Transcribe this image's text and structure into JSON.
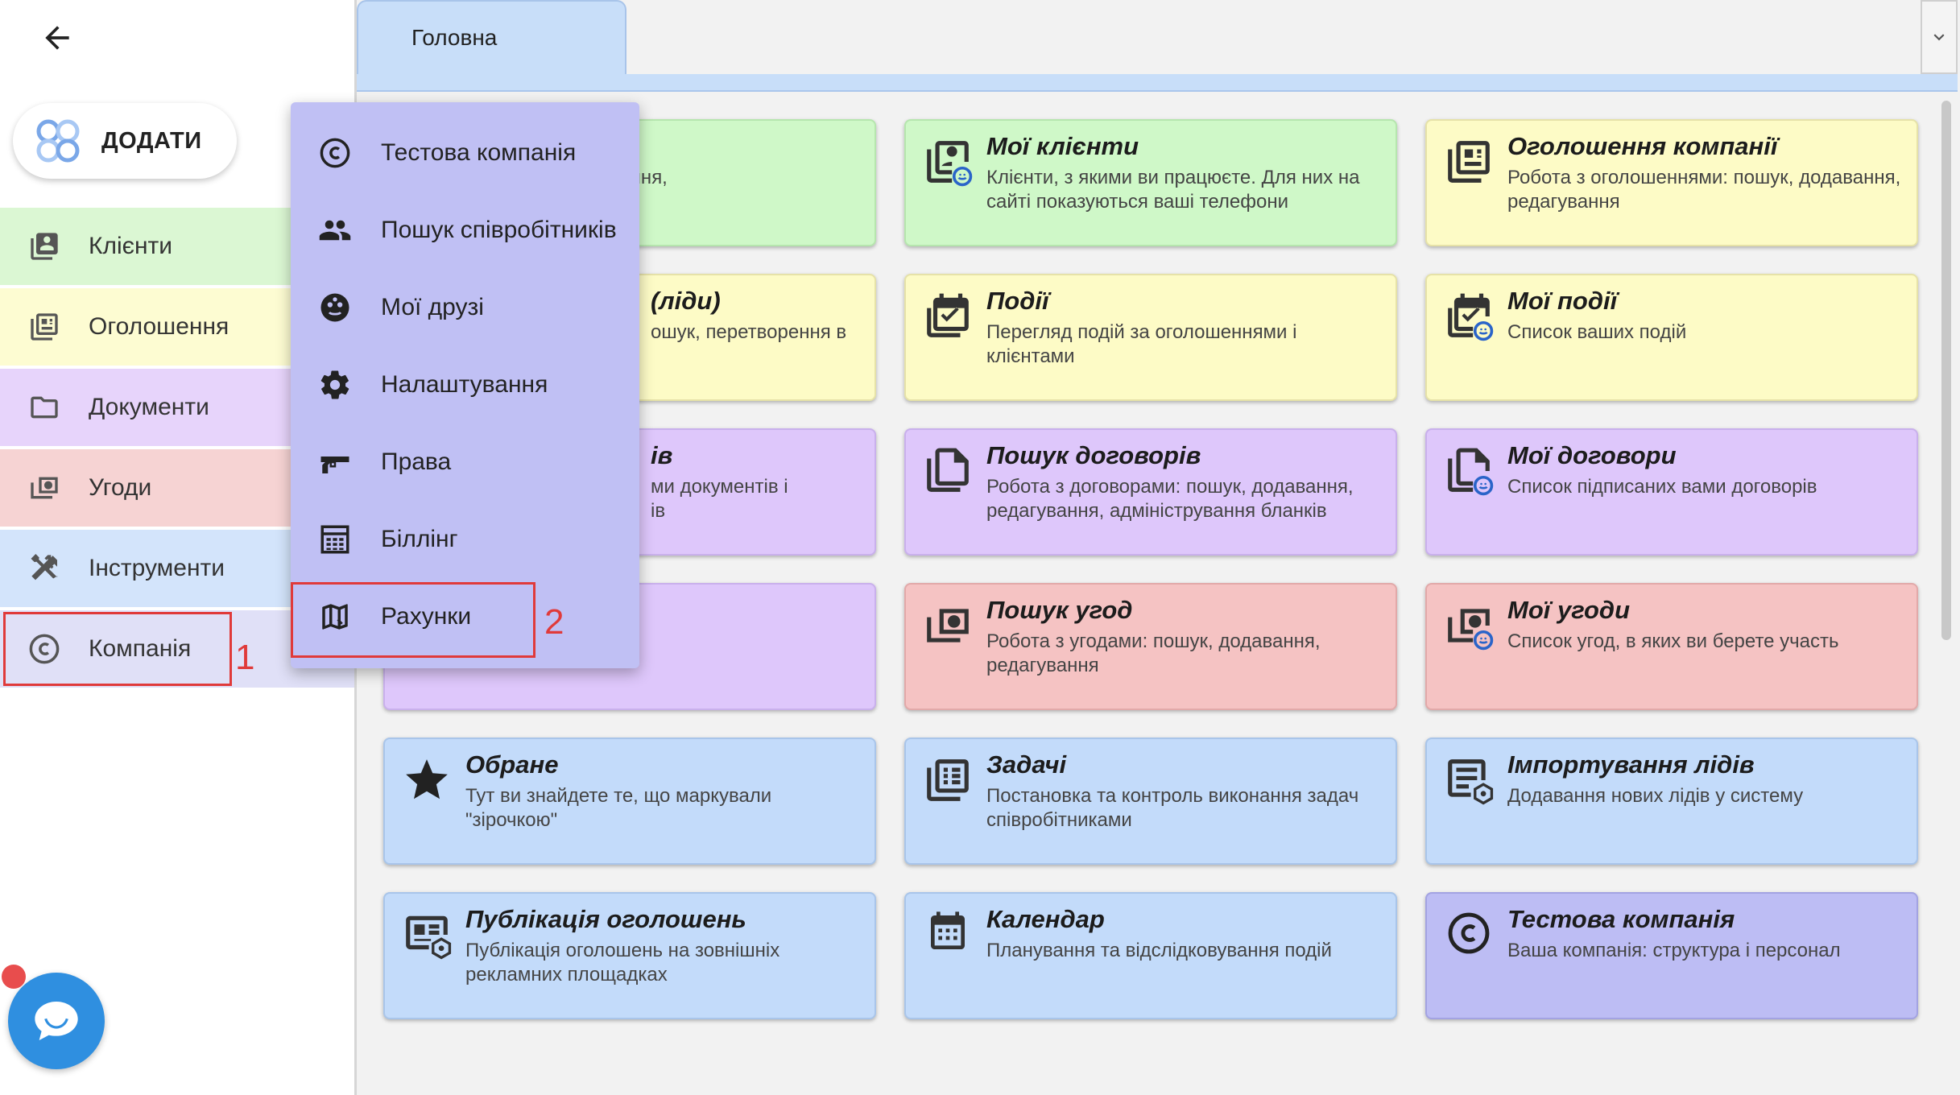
{
  "sidebar": {
    "add_label": "ДОДАТИ",
    "items": [
      {
        "label": "Клієнти",
        "icon": "clients-icon"
      },
      {
        "label": "Оголошення",
        "icon": "ads-icon"
      },
      {
        "label": "Документи",
        "icon": "folder-icon"
      },
      {
        "label": "Угоди",
        "icon": "deals-icon"
      },
      {
        "label": "Інструменти",
        "icon": "tools-icon"
      },
      {
        "label": "Компанія",
        "icon": "copyright-icon"
      }
    ]
  },
  "annotations": {
    "first": "1",
    "second": "2",
    "color": "#e03a3a"
  },
  "tabs": [
    {
      "label": "Головна"
    }
  ],
  "popup_menu": {
    "items": [
      {
        "label": "Тестова компанія",
        "icon": "copyright-icon"
      },
      {
        "label": "Пошук співробітників",
        "icon": "people-icon"
      },
      {
        "label": "Мої друзі",
        "icon": "friends-icon"
      },
      {
        "label": "Налаштування",
        "icon": "gear-icon"
      },
      {
        "label": "Права",
        "icon": "rights-icon"
      },
      {
        "label": "Біллінг",
        "icon": "billing-icon"
      },
      {
        "label": "Рахунки",
        "icon": "map-icon"
      }
    ]
  },
  "cards": {
    "clients_partial": {
      "desc": "ми: пошук, додавання,"
    },
    "my_clients": {
      "title": "Мої клієнти",
      "desc": "Клієнти, з якими ви працюєте. Для них на сайті показуються ваші телефони"
    },
    "company_ads": {
      "title": "Оголошення компанії",
      "desc": "Робота з оголошеннями: пошук, додавання, редагування"
    },
    "leads_partial": {
      "title": "(ліди)",
      "desc": "ошук, перетворення в"
    },
    "events": {
      "title": "Події",
      "desc": "Перегляд подій за оголошеннями і клієнтами"
    },
    "my_events": {
      "title": "Мої події",
      "desc": "Список ваших подій"
    },
    "docs_partial": {
      "title": "ів",
      "desc1": "ми документів і",
      "desc2": "ів"
    },
    "contracts_search": {
      "title": "Пошук договорів",
      "desc": "Робота з договорами: пошук, додавання, редагування, адміністрування бланків"
    },
    "my_contracts": {
      "title": "Мої договори",
      "desc": "Список підписаних вами договорів"
    },
    "deals_search": {
      "title": "Пошук угод",
      "desc": "Робота з угодами: пошук, додавання, редагування"
    },
    "my_deals": {
      "title": "Мої угоди",
      "desc": "Список угод, в яких ви берете участь"
    },
    "favorites": {
      "title": "Обране",
      "desc": "Тут ви знайдете те, що маркували \"зірочкою\""
    },
    "tasks": {
      "title": "Задачі",
      "desc": "Постановка та контроль виконання задач співробітниками"
    },
    "import_leads": {
      "title": "Імпортування лідів",
      "desc": "Додавання нових лідів у систему"
    },
    "ads_publish": {
      "title": "Публікація оголошень",
      "desc": "Публікація оголошень на зовнішніх рекламних площадках"
    },
    "calendar": {
      "title": "Календар",
      "desc": "Планування та відслідковування подій"
    },
    "test_company": {
      "title": "Тестова компанія",
      "desc": "Ваша компанія: структура і персонал"
    }
  },
  "colors": {
    "green": "#cff8c8",
    "yellow": "#fdfbc6",
    "purple": "#dec7fb",
    "red": "#f5c3c3",
    "blue": "#c3dbfa",
    "lavender": "#bdbdf4",
    "menu": "#c0c0f4",
    "chat": "#2f8fe0"
  }
}
